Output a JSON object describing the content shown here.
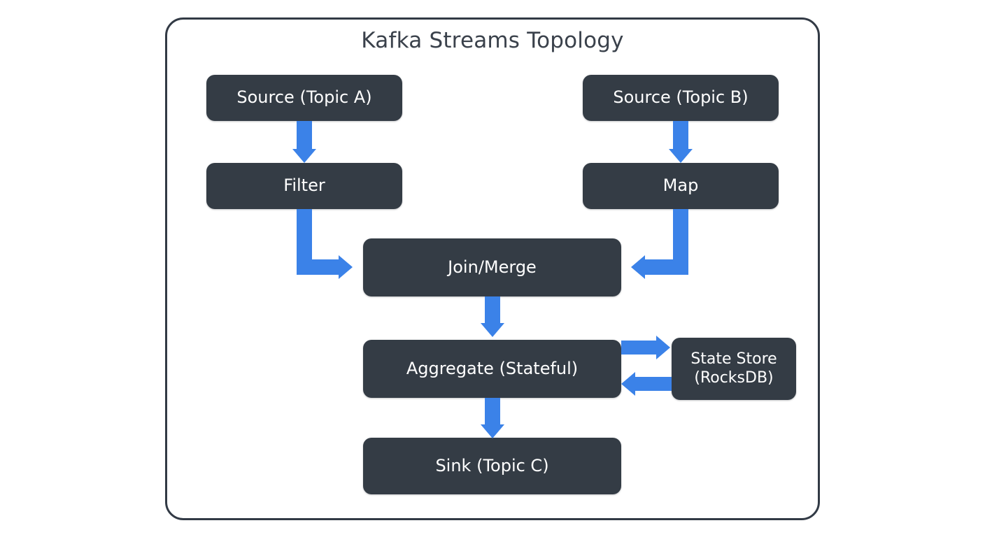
{
  "diagram": {
    "title": "Kafka Streams Topology",
    "type": "flowchart",
    "background_color": "#ffffff",
    "frame_border_color": "#323a45",
    "node_fill_color": "#343c45",
    "node_text_color": "#ffffff",
    "arrow_color": "#3b82e8",
    "title_color": "#3a414b",
    "nodes": [
      {
        "id": "source-a",
        "label": "Source (Topic A)",
        "row": 1
      },
      {
        "id": "source-b",
        "label": "Source (Topic B)",
        "row": 1
      },
      {
        "id": "filter",
        "label": "Filter",
        "row": 2
      },
      {
        "id": "map",
        "label": "Map",
        "row": 2
      },
      {
        "id": "join-merge",
        "label": "Join/Merge",
        "row": 3
      },
      {
        "id": "aggregate",
        "label": "Aggregate (Stateful)",
        "row": 4
      },
      {
        "id": "state-store",
        "label": "State Store\n(RocksDB)",
        "line1": "State Store",
        "line2": "(RocksDB)",
        "row": 4
      },
      {
        "id": "sink",
        "label": "Sink (Topic C)",
        "row": 5
      }
    ],
    "edges": [
      {
        "from": "source-a",
        "to": "filter",
        "style": "straight-down",
        "direction": "down"
      },
      {
        "from": "source-b",
        "to": "map",
        "style": "straight-down",
        "direction": "down"
      },
      {
        "from": "filter",
        "to": "join-merge",
        "style": "elbow-down-right",
        "direction": "right"
      },
      {
        "from": "map",
        "to": "join-merge",
        "style": "elbow-down-left",
        "direction": "left"
      },
      {
        "from": "join-merge",
        "to": "aggregate",
        "style": "straight-down",
        "direction": "down"
      },
      {
        "from": "aggregate",
        "to": "state-store",
        "style": "straight-right",
        "direction": "right"
      },
      {
        "from": "state-store",
        "to": "aggregate",
        "style": "straight-left",
        "direction": "left"
      },
      {
        "from": "aggregate",
        "to": "sink",
        "style": "straight-down",
        "direction": "down"
      }
    ]
  }
}
